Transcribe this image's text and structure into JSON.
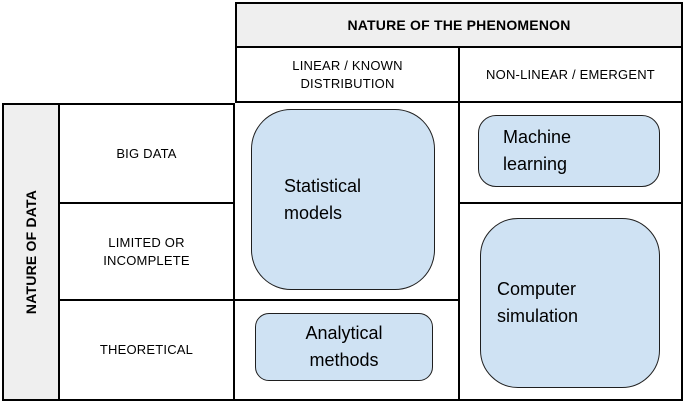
{
  "diagram": {
    "type": "matrix",
    "column_axis": {
      "title": "NATURE OF THE PHENOMENON",
      "columns": [
        {
          "label": "LINEAR / KNOWN DISTRIBUTION"
        },
        {
          "label": "NON-LINEAR / EMERGENT"
        }
      ]
    },
    "row_axis": {
      "title": "NATURE OF DATA",
      "rows": [
        {
          "label": "BIG DATA"
        },
        {
          "label": "LIMITED OR INCOMPLETE"
        },
        {
          "label": "THEORETICAL"
        }
      ]
    },
    "methods": {
      "statistical": {
        "label": "Statistical models",
        "column": "LINEAR / KNOWN DISTRIBUTION",
        "row_span": [
          "BIG DATA",
          "LIMITED OR INCOMPLETE"
        ]
      },
      "analytical": {
        "label": "Analytical methods",
        "column": "LINEAR / KNOWN DISTRIBUTION",
        "row_span": [
          "THEORETICAL"
        ]
      },
      "machine_learning": {
        "label": "Machine learning",
        "column": "NON-LINEAR / EMERGENT",
        "row_span": [
          "BIG DATA"
        ]
      },
      "computer_simulation": {
        "label": "Computer simulation",
        "column": "NON-LINEAR / EMERGENT",
        "row_span": [
          "LIMITED OR INCOMPLETE",
          "THEORETICAL"
        ]
      }
    },
    "colors": {
      "method_box_fill": "#cfe2f3",
      "method_box_border": "#1f1f1f",
      "axis_header_fill": "#efefef",
      "grid_line": "#000000",
      "text": "#000000"
    }
  }
}
